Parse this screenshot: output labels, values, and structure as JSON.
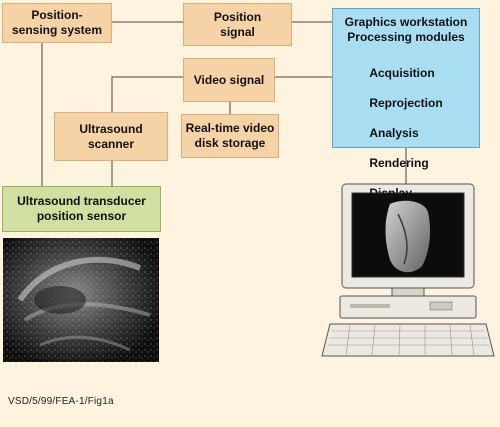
{
  "boxes": {
    "position_sensing_system": "Position-\nsensing system",
    "position_signal": "Position\nsignal",
    "video_signal": "Video signal",
    "ultrasound_scanner": "Ultrasound\nscanner",
    "video_storage": "Real-time video\ndisk storage",
    "transducer_sensor": "Ultrasound transducer\nposition sensor"
  },
  "workstation": {
    "title": "Graphics workstation\nProcessing modules",
    "modules": [
      "Acquisition",
      "Reprojection",
      "Analysis",
      "Rendering",
      "Display"
    ]
  },
  "images": {
    "ultrasound_scan": "ultrasound-scan-image",
    "computer": "computer-workstation-illustration"
  },
  "caption": "VSD/5/99/FEA-1/Fig1a",
  "colors": {
    "background": "#fdf3de",
    "box_peach": "#f6d3a6",
    "box_green": "#cfe0a0",
    "box_blue": "#a9def2",
    "connector": "#6e6a60"
  }
}
